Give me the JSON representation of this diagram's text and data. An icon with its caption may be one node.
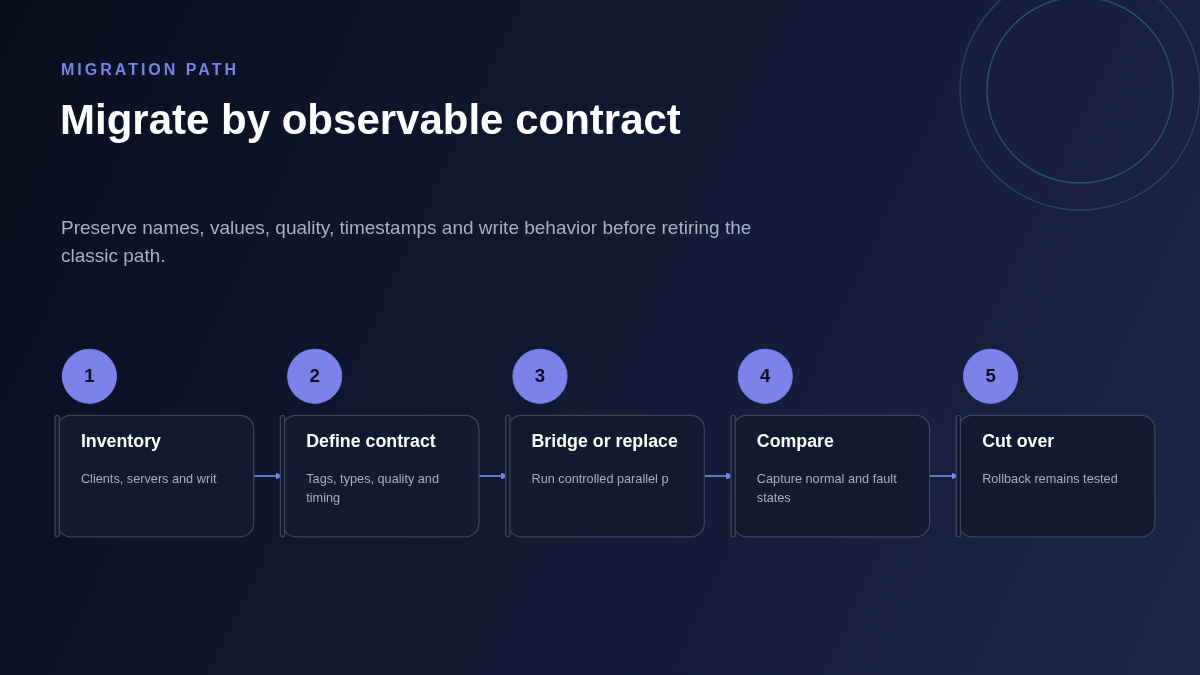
{
  "diagram": {
    "title": "Migrate by observable contract",
    "nodes": [
      {
        "text": [
          "1"
        ]
      },
      {
        "text": [
          "Inventory",
          "Clients, servers and writ"
        ]
      },
      {
        "text": [
          "2"
        ]
      },
      {
        "text": [
          "Define contract",
          "Tags, types, quality and timing"
        ]
      },
      {
        "text": [
          "3"
        ]
      },
      {
        "text": [
          "Bridge or replace",
          "Run controlled parallel p"
        ]
      },
      {
        "text": [
          "4"
        ]
      },
      {
        "text": [
          "Compare",
          "Capture normal and fault states"
        ]
      },
      {
        "text": [
          "5"
        ]
      },
      {
        "text": [
          "Cut over",
          "Rollback remains tested"
        ]
      }
    ],
    "edges": [
      {
        "from": 1,
        "to": 3,
        "arrow": "to"
      },
      {
        "from": 3,
        "to": 5,
        "arrow": "to"
      },
      {
        "from": 5,
        "to": 7,
        "arrow": "to"
      },
      {
        "from": 7,
        "to": 9,
        "arrow": "to"
      }
    ],
    "labels": [
      "MIGRATION PATH",
      "Preserve names, values, quality, timestamps and write behavior before retiring the classic path."
    ]
  }
}
